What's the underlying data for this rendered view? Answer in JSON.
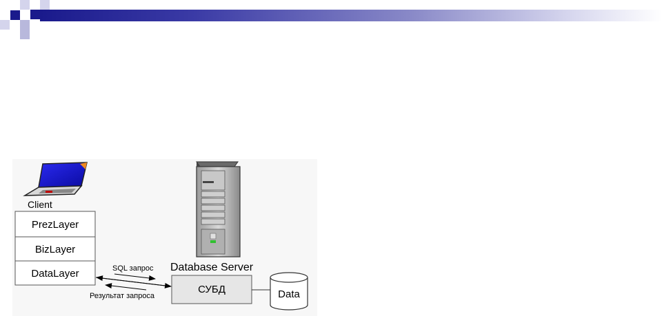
{
  "diagram": {
    "client_label": "Client",
    "layers": [
      "PrezLayer",
      "BizLayer",
      "DataLayer"
    ],
    "server_label": "Database Server",
    "dbms_label": "СУБД",
    "data_label": "Data",
    "request_label": "SQL запрос",
    "response_label": "Результат запроса"
  },
  "colors": {
    "title_bar_start": "#1a1a8c",
    "deco_navy": "#1a1a8c",
    "deco_lavender": "#b8b8dc",
    "dbms_fill": "#e6e6e6",
    "laptop_screen": "#1a1ac8"
  }
}
